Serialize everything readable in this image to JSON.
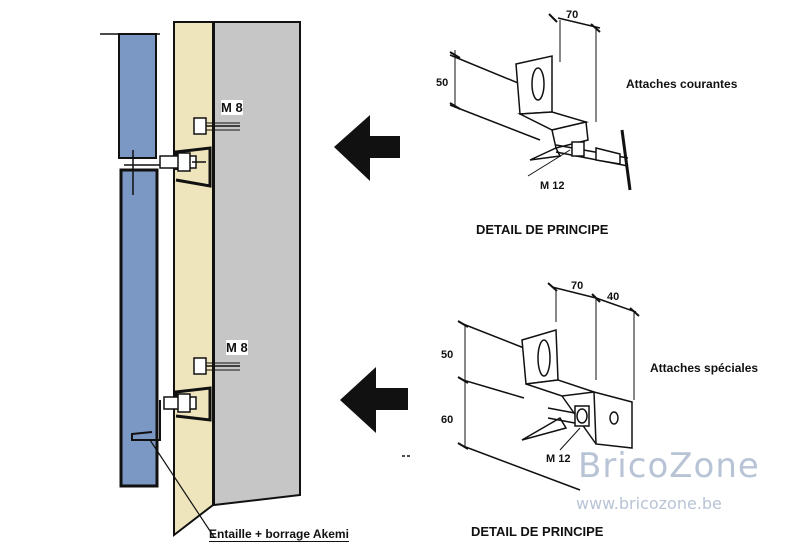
{
  "labels": {
    "bolt_top": "M 8",
    "bolt_bottom": "M 8",
    "note": "Entaille + borrage Akemi",
    "top_dim_70": "70",
    "top_dim_50": "50",
    "top_caption": "Attaches courantes",
    "top_bolt": "M 12",
    "top_title": "DETAIL DE PRINCIPE",
    "bot_dim_70": "70",
    "bot_dim_40": "40",
    "bot_dim_50": "50",
    "bot_dim_60": "60",
    "bot_caption": "Attaches spéciales",
    "bot_bolt": "M 12",
    "bot_title": "DETAIL DE PRINCIPE"
  },
  "watermark": {
    "brand": "BricoZone",
    "url": "www.bricozone.be"
  },
  "colors": {
    "panel_blue": "#7b97c3",
    "insulation_cream": "#efe5bd",
    "wall_gray": "#c6c6c6",
    "watermark": "#b8c4d6"
  }
}
